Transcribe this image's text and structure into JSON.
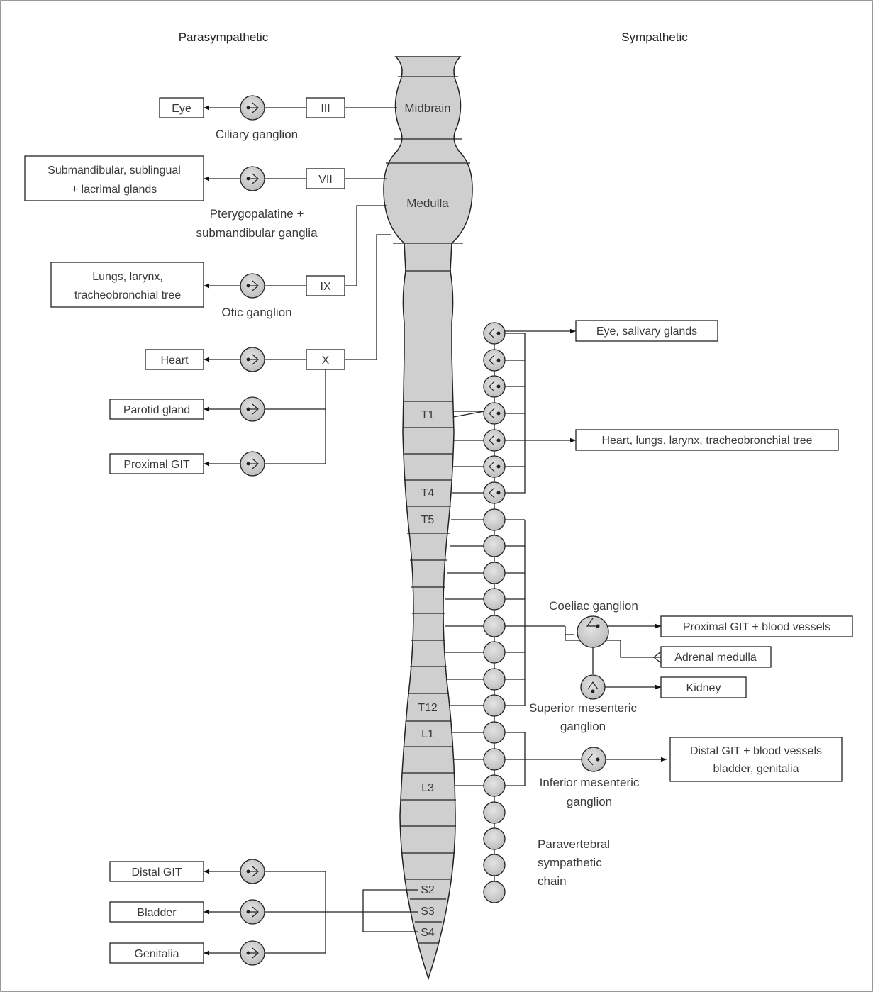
{
  "headers": {
    "parasympathetic": "Parasympathetic",
    "sympathetic": "Sympathetic"
  },
  "brain_regions": {
    "midbrain": "Midbrain",
    "medulla": "Medulla"
  },
  "cranial_nerves": [
    "III",
    "VII",
    "IX",
    "X"
  ],
  "spinal_segments": {
    "t1": "T1",
    "t4": "T4",
    "t5": "T5",
    "t12": "T12",
    "l1": "L1",
    "l3": "L3",
    "s2": "S2",
    "s3": "S3",
    "s4": "S4"
  },
  "para_targets": {
    "eye": "Eye",
    "glands_line1": "Submandibular, sublingual",
    "glands_line2": "+ lacrimal glands",
    "lungs_line1": "Lungs, larynx,",
    "lungs_line2": "tracheobronchial tree",
    "heart": "Heart",
    "parotid": "Parotid gland",
    "proximal_git": "Proximal GIT",
    "distal_git": "Distal GIT",
    "bladder": "Bladder",
    "genitalia": "Genitalia"
  },
  "para_ganglia": {
    "ciliary": "Ciliary ganglion",
    "ptery_line1": "Pterygopalatine +",
    "ptery_line2": "submandibular ganglia",
    "otic": "Otic ganglion"
  },
  "symp_targets": {
    "eye_salivary": "Eye, salivary glands",
    "heart_lungs": "Heart, lungs, larynx, tracheobronchial tree",
    "proximal_git_bv": "Proximal GIT + blood vessels",
    "adrenal": "Adrenal medulla",
    "kidney": "Kidney",
    "distal_line1": "Distal GIT + blood vessels",
    "distal_line2": "bladder, genitalia"
  },
  "symp_ganglia": {
    "coeliac": "Coeliac ganglion",
    "sup_mes_line1": "Superior mesenteric",
    "sup_mes_line2": "ganglion",
    "inf_mes_line1": "Inferior mesenteric",
    "inf_mes_line2": "ganglion",
    "chain_line1": "Paravertebral",
    "chain_line2": "sympathetic",
    "chain_line3": "chain"
  }
}
